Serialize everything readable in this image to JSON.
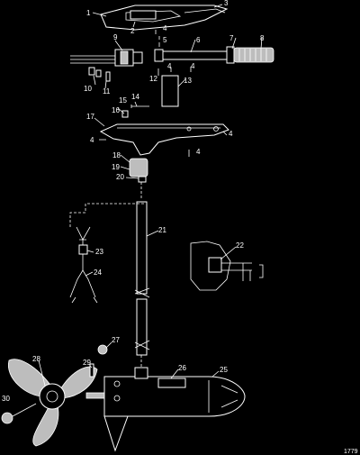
{
  "callouts": [
    "1",
    "2",
    "3",
    "4",
    "5",
    "6",
    "7",
    "8",
    "9",
    "10",
    "11",
    "12",
    "4",
    "4",
    "13",
    "14",
    "15",
    "16",
    "17",
    "4",
    "4",
    "4",
    "18",
    "19",
    "20",
    "21",
    "22",
    "23",
    "24",
    "25",
    "26",
    "27",
    "28",
    "29",
    "30"
  ],
  "figure_id": "1779"
}
